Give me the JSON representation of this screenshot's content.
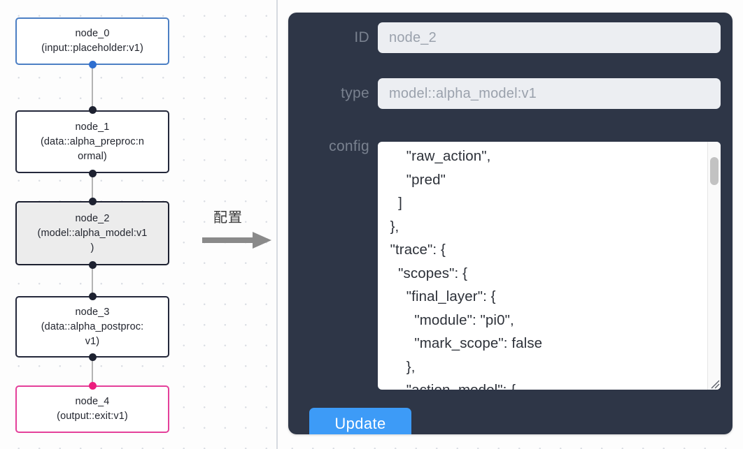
{
  "graph": {
    "nodes": [
      {
        "id": "node_0",
        "label": "node_0\n(input::placeholder:v1)",
        "style": "blue"
      },
      {
        "id": "node_1",
        "label": "node_1\n(data::alpha_preproc:n\normal)",
        "style": "default"
      },
      {
        "id": "node_2",
        "label": "node_2\n(model::alpha_model:v1\n)",
        "style": "selected"
      },
      {
        "id": "node_3",
        "label": "node_3\n(data::alpha_postproc:\nv1)",
        "style": "default"
      },
      {
        "id": "node_4",
        "label": "node_4\n(output::exit:v1)",
        "style": "pink"
      }
    ],
    "colors": {
      "node_border_default": "#24283b",
      "node_border_input": "#4c7fc4",
      "node_border_output": "#e4409a",
      "node_selected_fill": "#ececec",
      "edge": "#b3b3b3",
      "handle_default": "#1d2130",
      "handle_input": "#2f6fd0",
      "handle_output": "#ec1d7e",
      "canvas_dot": "#d9dde3"
    }
  },
  "annotation": {
    "label": "配置",
    "arrow_color": "#8a8a8a"
  },
  "panel": {
    "background": "#2e3647",
    "fields": {
      "id": {
        "label": "ID",
        "value": "node_2",
        "placeholder": "node_2"
      },
      "type": {
        "label": "type",
        "value": "model::alpha_model:v1",
        "placeholder": "model::alpha_model:v1"
      },
      "config": {
        "label": "config",
        "value": "      \"raw_action\",\n      \"pred\"\n    ]\n  },\n  \"trace\": {\n    \"scopes\": {\n      \"final_layer\": {\n        \"module\": \"pi0\",\n        \"mark_scope\": false\n      },\n      \"action_model\": {"
      }
    },
    "update_button": {
      "label": "Update",
      "color": "#3d9bf7"
    },
    "scrollbar": {
      "visible": true,
      "thumb_position": "near-top"
    }
  }
}
